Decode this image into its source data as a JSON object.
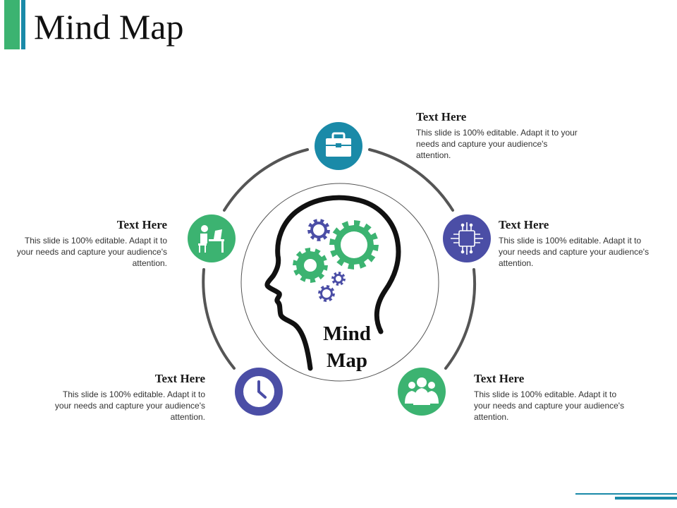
{
  "title": "Mind Map",
  "center_label": "Mind\nMap",
  "nodes": [
    {
      "heading": "Text Here",
      "body": "This slide is 100% editable. Adapt it to your needs and capture your audience's attention.",
      "icon": "briefcase-icon",
      "color": "#1a8aa8"
    },
    {
      "heading": "Text Here",
      "body": "This slide is 100% editable. Adapt it to your needs and capture your audience's attention.",
      "icon": "chip-icon",
      "color": "#4b4ea6"
    },
    {
      "heading": "Text Here",
      "body": "This slide is 100% editable. Adapt it to your needs and capture your audience's attention.",
      "icon": "team-icon",
      "color": "#3cb371"
    },
    {
      "heading": "Text Here",
      "body": "This slide is 100% editable. Adapt it to your needs and capture your audience's attention.",
      "icon": "clock-icon",
      "color": "#4b4ea6"
    },
    {
      "heading": "Text Here",
      "body": "This slide is 100% editable. Adapt it to your needs and capture your audience's attention.",
      "icon": "desk-worker-icon",
      "color": "#3cb371"
    }
  ],
  "colors": {
    "teal": "#1a8aa8",
    "indigo": "#4b4ea6",
    "green": "#3cb371",
    "ring": "#555555"
  }
}
